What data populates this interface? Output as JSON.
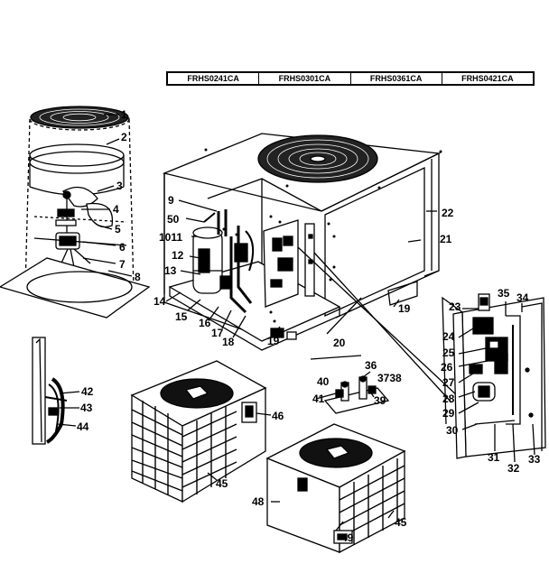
{
  "model_table": [
    "FRHS0241CA",
    "FRHS0301CA",
    "FRHS0361CA",
    "FRHS0421CA"
  ],
  "callouts": [
    {
      "id": "c1",
      "text": "1"
    },
    {
      "id": "c2",
      "text": "2"
    },
    {
      "id": "c3",
      "text": "3"
    },
    {
      "id": "c4",
      "text": "4"
    },
    {
      "id": "c5",
      "text": "5"
    },
    {
      "id": "c6",
      "text": "6"
    },
    {
      "id": "c7",
      "text": "7"
    },
    {
      "id": "c8",
      "text": "8"
    },
    {
      "id": "c9",
      "text": "9"
    },
    {
      "id": "c50",
      "text": "50"
    },
    {
      "id": "c1011",
      "text": "1011"
    },
    {
      "id": "c12",
      "text": "12"
    },
    {
      "id": "c13",
      "text": "13"
    },
    {
      "id": "c14",
      "text": "14"
    },
    {
      "id": "c15",
      "text": "15"
    },
    {
      "id": "c16",
      "text": "16"
    },
    {
      "id": "c17",
      "text": "17"
    },
    {
      "id": "c18",
      "text": "18"
    },
    {
      "id": "c19a",
      "text": "19"
    },
    {
      "id": "c19b",
      "text": "19"
    },
    {
      "id": "c20",
      "text": "20"
    },
    {
      "id": "c21",
      "text": "21"
    },
    {
      "id": "c22",
      "text": "22"
    },
    {
      "id": "c23",
      "text": "23"
    },
    {
      "id": "c24",
      "text": "24"
    },
    {
      "id": "c25",
      "text": "25"
    },
    {
      "id": "c26",
      "text": "26"
    },
    {
      "id": "c27",
      "text": "27"
    },
    {
      "id": "c28",
      "text": "28"
    },
    {
      "id": "c29",
      "text": "29"
    },
    {
      "id": "c30",
      "text": "30"
    },
    {
      "id": "c31",
      "text": "31"
    },
    {
      "id": "c32",
      "text": "32"
    },
    {
      "id": "c33",
      "text": "33"
    },
    {
      "id": "c34",
      "text": "34"
    },
    {
      "id": "c35",
      "text": "35"
    },
    {
      "id": "c36",
      "text": "36"
    },
    {
      "id": "c3738",
      "text": "3738"
    },
    {
      "id": "c39",
      "text": "39"
    },
    {
      "id": "c40",
      "text": "40"
    },
    {
      "id": "c41",
      "text": "41"
    },
    {
      "id": "c42",
      "text": "42"
    },
    {
      "id": "c43",
      "text": "43"
    },
    {
      "id": "c44",
      "text": "44"
    },
    {
      "id": "c45a",
      "text": "45"
    },
    {
      "id": "c45b",
      "text": "45"
    },
    {
      "id": "c46",
      "text": "46"
    },
    {
      "id": "c48",
      "text": "48"
    },
    {
      "id": "c49",
      "text": "49"
    }
  ]
}
